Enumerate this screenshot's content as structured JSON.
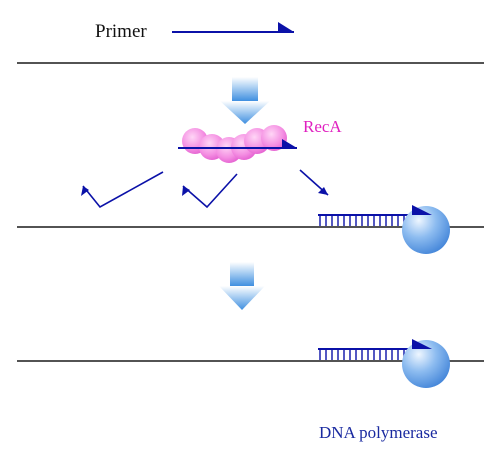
{
  "labels": {
    "primer": "Primer",
    "reca": "RecA",
    "polymerase": "DNA polymerase"
  },
  "colors": {
    "primer_strand": "#0b11a8",
    "dna_line": "#1a1a1a",
    "reca_protein": "#e84fd0",
    "reca_label": "#e020c0",
    "polymerase_label": "#1a2aa0",
    "process_arrow": "#4a9ae0",
    "polymerase_body": "#5a9ae0"
  },
  "icons": {
    "step_arrow": "process-down-arrow",
    "reca_filament": "reca-nucleoprotein-filament",
    "polymerase": "dna-polymerase-sphere"
  }
}
